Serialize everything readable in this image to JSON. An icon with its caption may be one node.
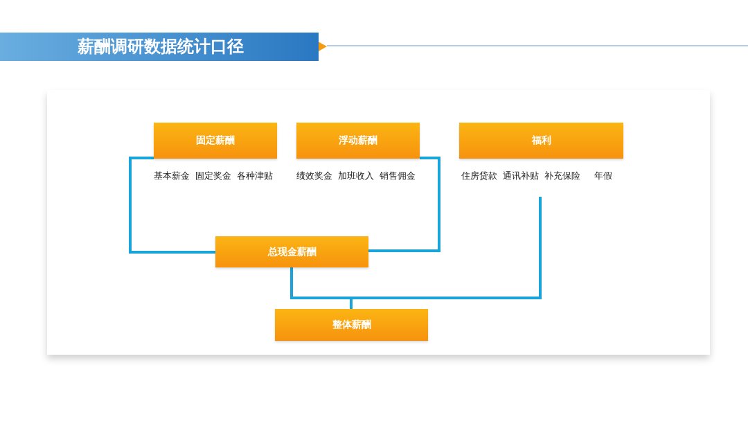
{
  "diagram": {
    "title": "薪酬调研数据统计口径",
    "nodes": [
      {
        "text": [
          "固定薪酬"
        ],
        "beside": [
          "基本薪金",
          "固定奖金",
          "各种津贴"
        ]
      },
      {
        "text": [
          "浮动薪酬"
        ],
        "beside": [
          "绩效奖金",
          "加班收入",
          "销售佣金"
        ]
      },
      {
        "text": [
          "福利"
        ],
        "beside": [
          "住房贷款",
          "通讯补贴",
          "补充保险",
          "年假"
        ]
      },
      {
        "text": [
          "总现金薪酬"
        ]
      },
      {
        "text": [
          "整体薪酬"
        ]
      }
    ],
    "edges": [
      {
        "from": 0,
        "to": 3,
        "arrow": "none"
      },
      {
        "from": 1,
        "to": 3,
        "arrow": "none"
      },
      {
        "from": 2,
        "to": 4,
        "arrow": "none"
      },
      {
        "from": 3,
        "to": 4,
        "arrow": "none"
      }
    ]
  }
}
